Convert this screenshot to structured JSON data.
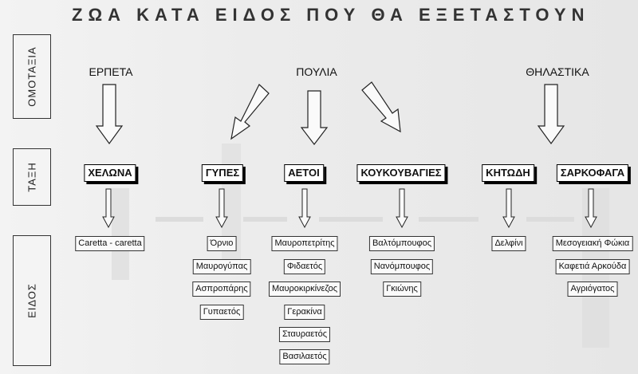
{
  "title": "ΖΩΑ ΚΑΤΑ ΕΙΔΟΣ ΠΟΥ ΘΑ ΕΞΕΤΑΣΤΟΥΝ",
  "row_labels": {
    "class": "ΟΜΟΤΑΞΙΑ",
    "order": "ΤΑΞΗ",
    "species": "ΕΙΔΟΣ"
  },
  "classes": {
    "reptiles": "ΕΡΠΕΤΑ",
    "birds": "ΠΟΥΛΙΑ",
    "mammals": "ΘΗΛΑΣΤΙΚΑ"
  },
  "orders": {
    "turtle": "ΧΕΛΩΝΑ",
    "vultures": "ΓΥΠΕΣ",
    "eagles": "ΑΕΤΟΙ",
    "owls": "ΚΟΥΚΟΥΒΑΓΙΕΣ",
    "cetaceans": "ΚΗΤΩΔΗ",
    "carnivores": "ΣΑΡΚΟΦΑΓΑ"
  },
  "species": {
    "turtle": [
      "Caretta - caretta"
    ],
    "vultures": [
      "Όρνιο",
      "Μαυρογύπας",
      "Ασπροπάρης",
      "Γυπαετός"
    ],
    "eagles": [
      "Μαυροπετρίτης",
      "Φιδαετός",
      "Μαυροκιρκίνεζος",
      "Γερακίνα",
      "Σταυραετός",
      "Βασιλαετός"
    ],
    "owls": [
      "Βαλτόμπουφος",
      "Νανόμπουφος",
      "Γκιώνης"
    ],
    "cetaceans": [
      "Δελφίνι"
    ],
    "carnivores": [
      "Μεσογειακή Φώκια",
      "Καφετιά Αρκούδα",
      "Αγριόγατος"
    ]
  }
}
